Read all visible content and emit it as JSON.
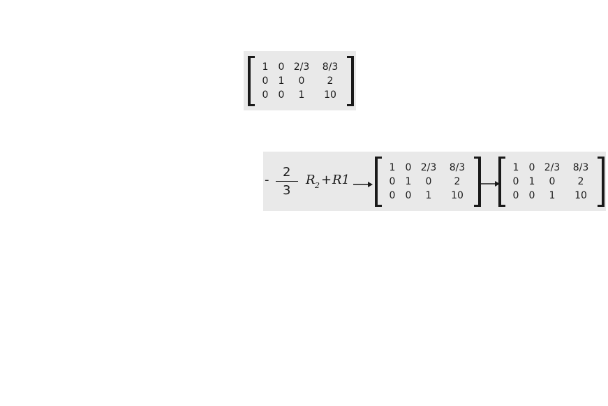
{
  "matrix_rows": [
    [
      "1",
      "0",
      "2/3",
      "8/3"
    ],
    [
      "0",
      "1",
      "0",
      "2"
    ],
    [
      "0",
      "0",
      "1",
      "10"
    ]
  ],
  "operation": {
    "sign": "-",
    "numerator": "2",
    "denominator": "3",
    "row_symbol": "R",
    "row_subscript": "2",
    "plus": "+",
    "target_row": "R1"
  }
}
